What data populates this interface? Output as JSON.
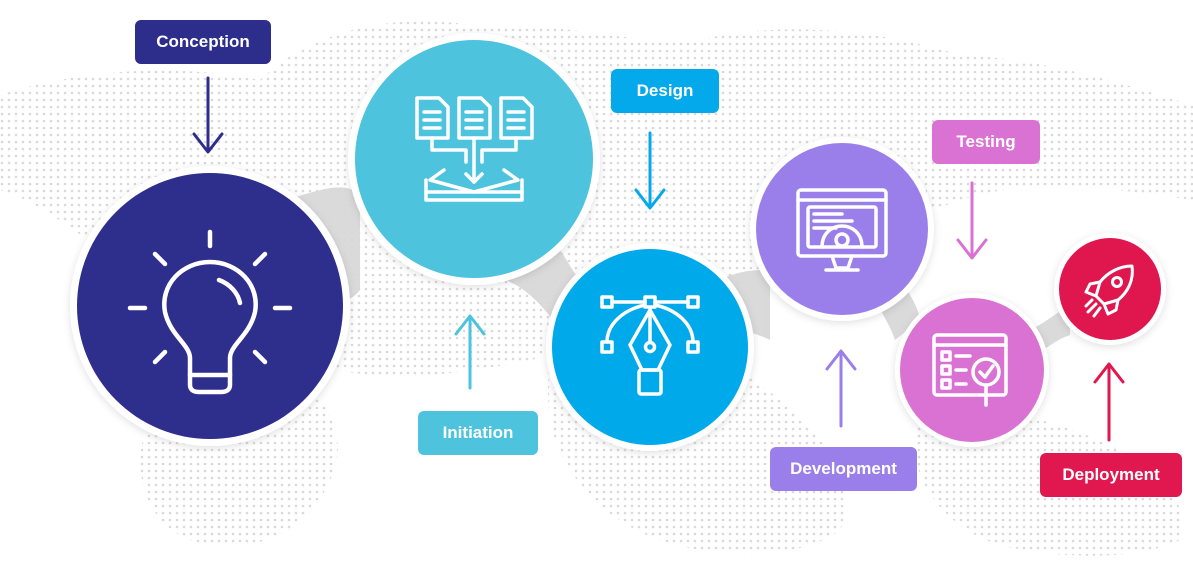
{
  "stages": [
    {
      "id": "conception",
      "label": "Conception",
      "color": "#2d2e8c",
      "icon": "lightbulb-icon"
    },
    {
      "id": "initiation",
      "label": "Initiation",
      "color": "#4ec3de",
      "icon": "documents-to-box-icon"
    },
    {
      "id": "design",
      "label": "Design",
      "color": "#03a9ea",
      "icon": "pen-tool-bezier-icon"
    },
    {
      "id": "development",
      "label": "Development",
      "color": "#9a7fea",
      "icon": "monitor-code-gear-icon"
    },
    {
      "id": "testing",
      "label": "Testing",
      "color": "#d972d2",
      "icon": "browser-checklist-magnifier-icon"
    },
    {
      "id": "deployment",
      "label": "Deployment",
      "color": "#e0184f",
      "icon": "rocket-icon"
    }
  ]
}
